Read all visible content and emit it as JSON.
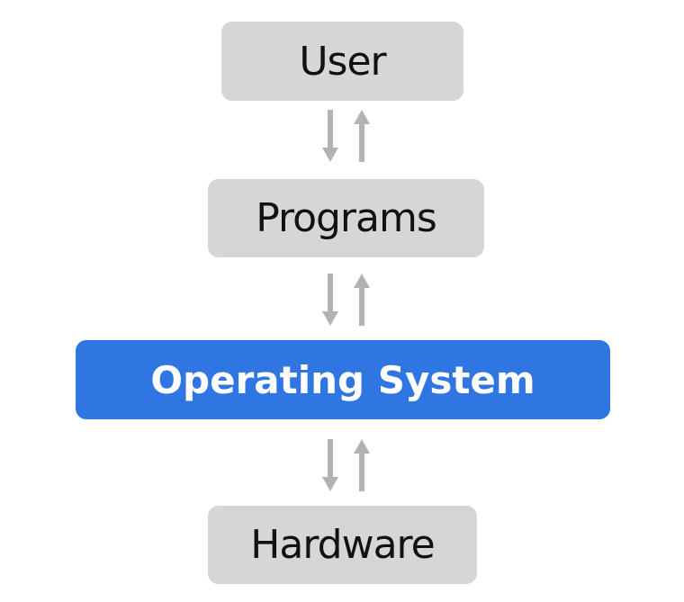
{
  "diagram": {
    "nodes": [
      {
        "id": "user",
        "label": "User"
      },
      {
        "id": "programs",
        "label": "Programs"
      },
      {
        "id": "os",
        "label": "Operating System"
      },
      {
        "id": "hardware",
        "label": "Hardware"
      }
    ],
    "edges": [
      {
        "from": "user",
        "to": "programs",
        "direction": "bidirectional"
      },
      {
        "from": "programs",
        "to": "os",
        "direction": "bidirectional"
      },
      {
        "from": "os",
        "to": "hardware",
        "direction": "bidirectional"
      }
    ]
  },
  "colors": {
    "node_fill": "#d6d6d6",
    "highlight_fill": "#2f76e3",
    "arrow": "#b3b3b3"
  }
}
